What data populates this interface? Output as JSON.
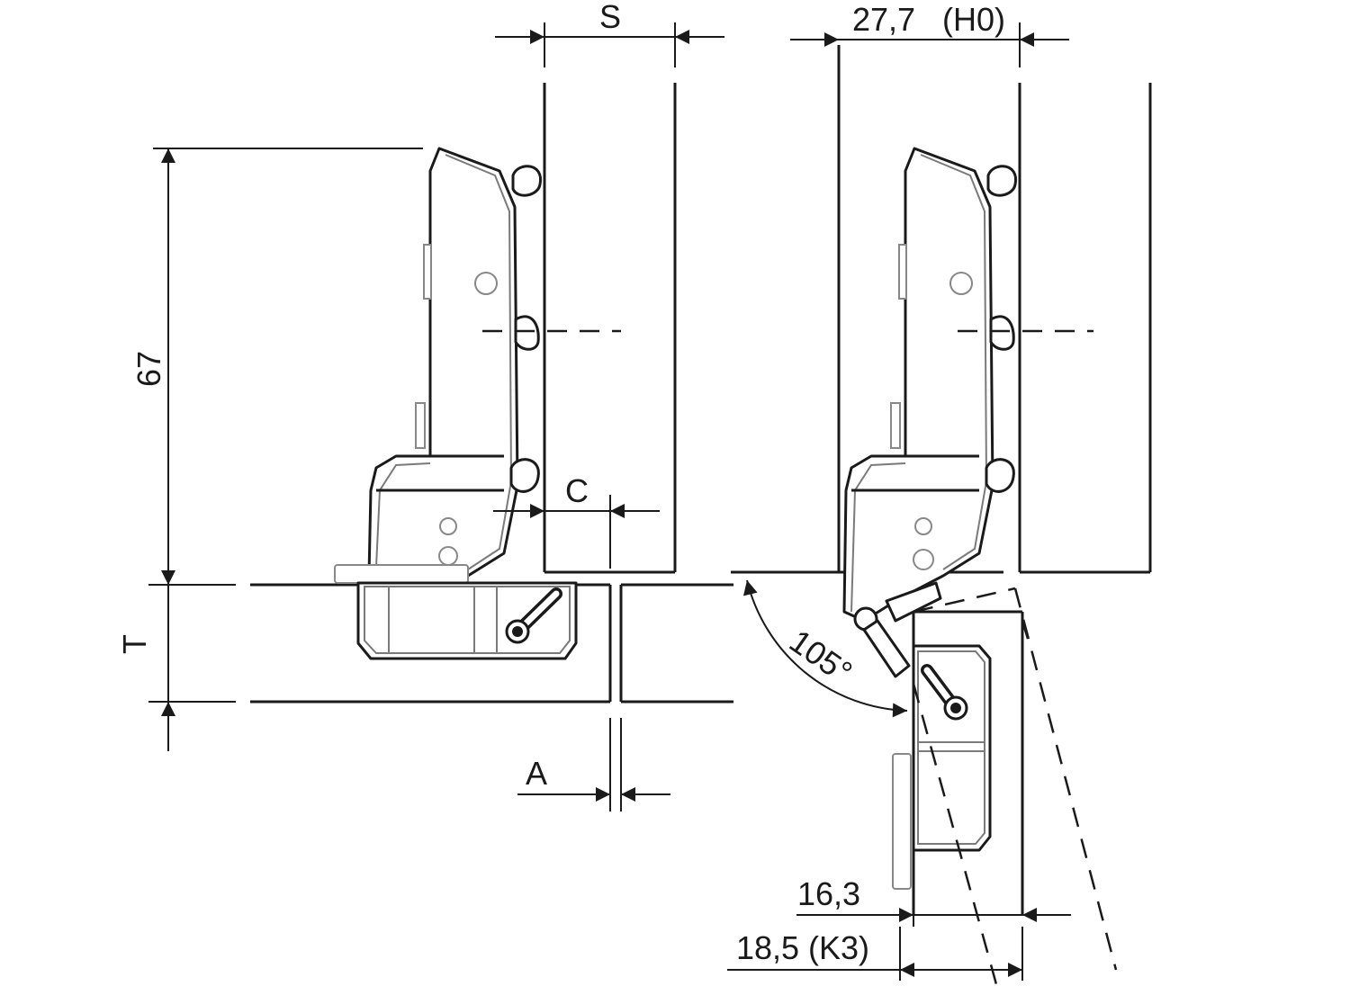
{
  "diagram": {
    "labels": {
      "s": "S",
      "h0": "27,7   (H0)",
      "c": "C",
      "height67": "67",
      "t": "T",
      "a": "A",
      "angle": "105°",
      "d163": "16,3",
      "k3": "18,5 (K3)"
    }
  }
}
